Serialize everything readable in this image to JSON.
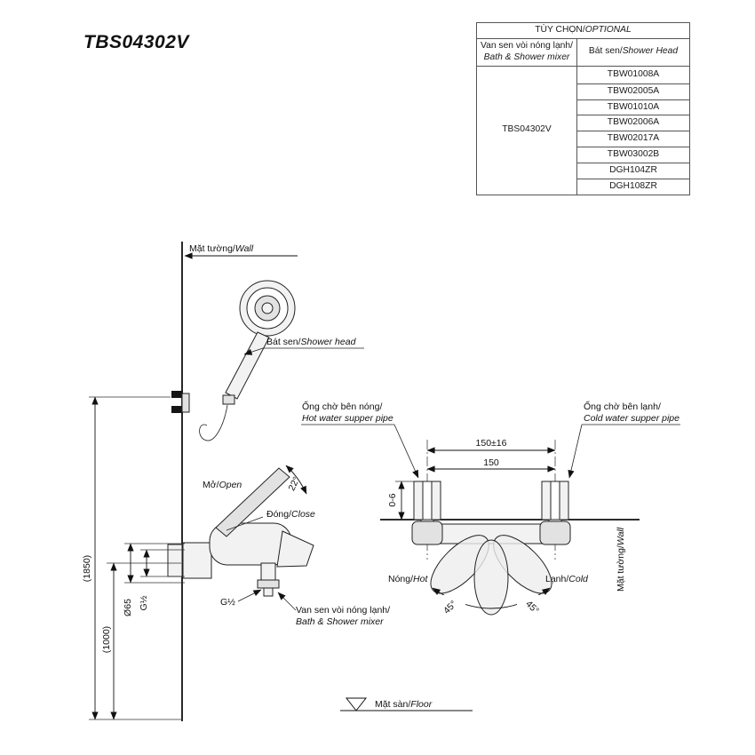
{
  "window": {
    "title": "TBS04302V"
  },
  "spec_table": {
    "header": {
      "vi": "TÙY CHỌN/",
      "en": "OPTIONAL"
    },
    "col_mixer": {
      "vi": "Van sen vòi nóng lạnh/",
      "en": "Bath & Shower mixer"
    },
    "col_shower_head": {
      "vi": "Bát sen/",
      "en": "Shower Head"
    },
    "product_code": "TBS04302V",
    "models": [
      "TBW01008A",
      "TBW02005A",
      "TBW01010A",
      "TBW02006A",
      "TBW02017A",
      "TBW03002B",
      "DGH104ZR",
      "DGH108ZR"
    ]
  },
  "labels": {
    "wall_top": {
      "vi": "Mặt tường/",
      "en": "Wall"
    },
    "shower_head": {
      "vi": "Bát sen/",
      "en": "Shower head"
    },
    "open": {
      "vi": "Mở/",
      "en": "Open"
    },
    "close": {
      "vi": "Đóng/",
      "en": "Close"
    },
    "angle_22": "22°",
    "mixer": {
      "vi": "Van sen vòi nóng lạnh/",
      "en": "Bath & Shower mixer"
    },
    "g_half": "G½",
    "hot_pipe": {
      "vi": "Ống chờ bên nóng/",
      "en": "Hot water supper pipe"
    },
    "cold_pipe": {
      "vi": "Ống chờ bên lạnh/",
      "en": "Cold water supper pipe"
    },
    "hot": {
      "vi": "Nóng/",
      "en": "Hot"
    },
    "cold": {
      "vi": "Lạnh/",
      "en": "Cold"
    },
    "angle_45_left": "45°",
    "angle_45_right": "45°",
    "wall_side": {
      "vi": "Mặt tường/",
      "en": "Wall"
    },
    "floor": {
      "vi": "Mặt sàn/",
      "en": "Floor"
    }
  },
  "dimensions": {
    "height_total": "(1850)",
    "height_mixer": "(1000)",
    "dia_escutcheon": "Ø65",
    "thread": "G½",
    "pitch_tol": "150±16",
    "pitch": "150",
    "protrusion": "0-6"
  }
}
